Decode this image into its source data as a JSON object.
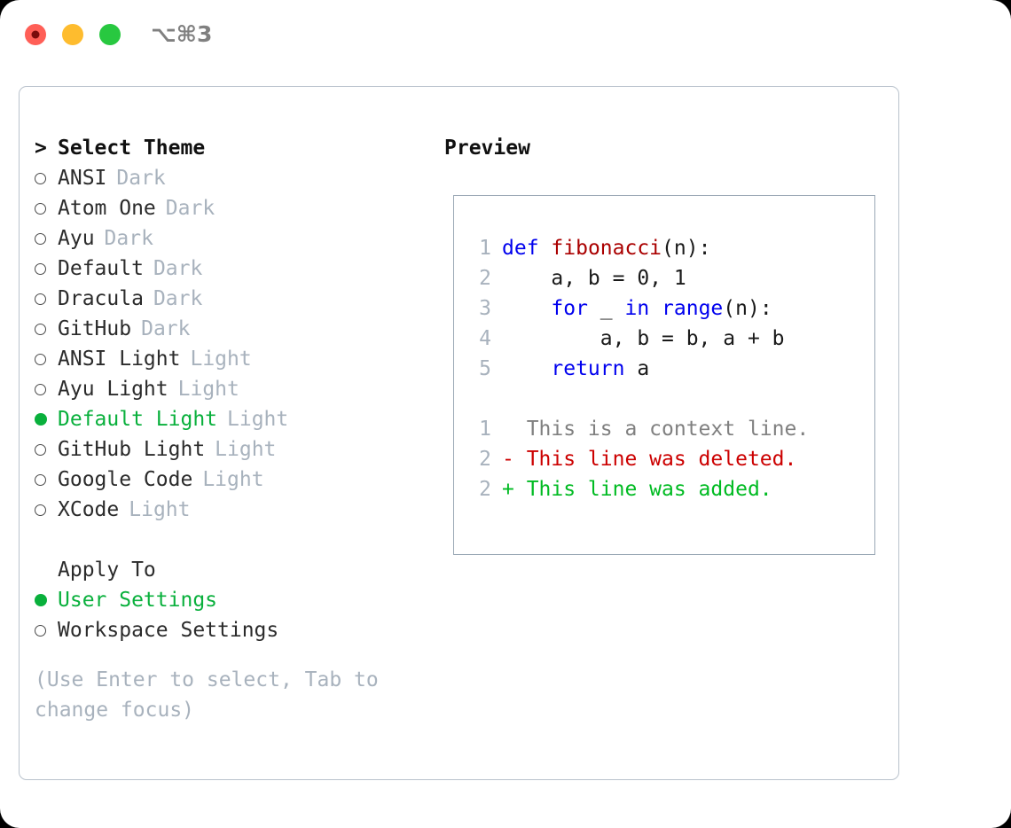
{
  "titlebar": {
    "shortcut": "⌥⌘3",
    "buttons": [
      {
        "name": "close",
        "color": "#ff5f57"
      },
      {
        "name": "minimize",
        "color": "#febc2e"
      },
      {
        "name": "maximize",
        "color": "#28c840"
      }
    ]
  },
  "left": {
    "header": {
      "caret": ">",
      "label": "Select Theme"
    },
    "themes": [
      {
        "marker": "○",
        "name": "ANSI",
        "variant": "Dark",
        "selected": false
      },
      {
        "marker": "○",
        "name": "Atom One",
        "variant": "Dark",
        "selected": false
      },
      {
        "marker": "○",
        "name": "Ayu",
        "variant": "Dark",
        "selected": false
      },
      {
        "marker": "○",
        "name": "Default",
        "variant": "Dark",
        "selected": false
      },
      {
        "marker": "○",
        "name": "Dracula",
        "variant": "Dark",
        "selected": false
      },
      {
        "marker": "○",
        "name": "GitHub",
        "variant": "Dark",
        "selected": false
      },
      {
        "marker": "○",
        "name": "ANSI Light",
        "variant": "Light",
        "selected": false
      },
      {
        "marker": "○",
        "name": "Ayu Light",
        "variant": "Light",
        "selected": false
      },
      {
        "marker": "●",
        "name": "Default Light",
        "variant": "Light",
        "selected": true
      },
      {
        "marker": "○",
        "name": "GitHub Light",
        "variant": "Light",
        "selected": false
      },
      {
        "marker": "○",
        "name": "Google Code",
        "variant": "Light",
        "selected": false
      },
      {
        "marker": "○",
        "name": "XCode",
        "variant": "Light",
        "selected": false
      }
    ],
    "apply_to": {
      "header": "Apply To",
      "options": [
        {
          "marker": "●",
          "name": "User Settings",
          "selected": true
        },
        {
          "marker": "○",
          "name": "Workspace Settings",
          "selected": false
        }
      ]
    },
    "hint": "(Use Enter to select, Tab to change focus)"
  },
  "right": {
    "title": "Preview",
    "code": [
      {
        "num": "1",
        "tokens": [
          {
            "t": "def",
            "c": "kw"
          },
          {
            "t": " ",
            "c": "plain"
          },
          {
            "t": "fibonacci",
            "c": "fn"
          },
          {
            "t": "(n):",
            "c": "plain"
          }
        ]
      },
      {
        "num": "2",
        "tokens": [
          {
            "t": "    a, b = 0, 1",
            "c": "plain"
          }
        ]
      },
      {
        "num": "3",
        "tokens": [
          {
            "t": "    ",
            "c": "plain"
          },
          {
            "t": "for",
            "c": "kw"
          },
          {
            "t": " _ ",
            "c": "plain"
          },
          {
            "t": "in",
            "c": "kw"
          },
          {
            "t": " ",
            "c": "plain"
          },
          {
            "t": "range",
            "c": "kw"
          },
          {
            "t": "(n):",
            "c": "plain"
          }
        ]
      },
      {
        "num": "4",
        "tokens": [
          {
            "t": "        a, b = b, a + b",
            "c": "plain"
          }
        ]
      },
      {
        "num": "5",
        "tokens": [
          {
            "t": "    ",
            "c": "plain"
          },
          {
            "t": "return",
            "c": "kw"
          },
          {
            "t": " a",
            "c": "plain"
          }
        ]
      }
    ],
    "diff": [
      {
        "num": "1",
        "text": "  This is a context line.",
        "kind": "diff-ctx"
      },
      {
        "num": "2",
        "text": "- This line was deleted.",
        "kind": "diff-del"
      },
      {
        "num": "2",
        "text": "+ This line was added.",
        "kind": "diff-add"
      }
    ]
  },
  "colors": {
    "accent_green": "#09b03c",
    "muted": "#a8b2bd",
    "keyword_blue": "#0000ee",
    "function_red": "#aa0000",
    "diff_delete": "#cc0000",
    "diff_add": "#00bb22",
    "panel_border": "#b9c2cc",
    "preview_border": "#9aa8b5"
  }
}
